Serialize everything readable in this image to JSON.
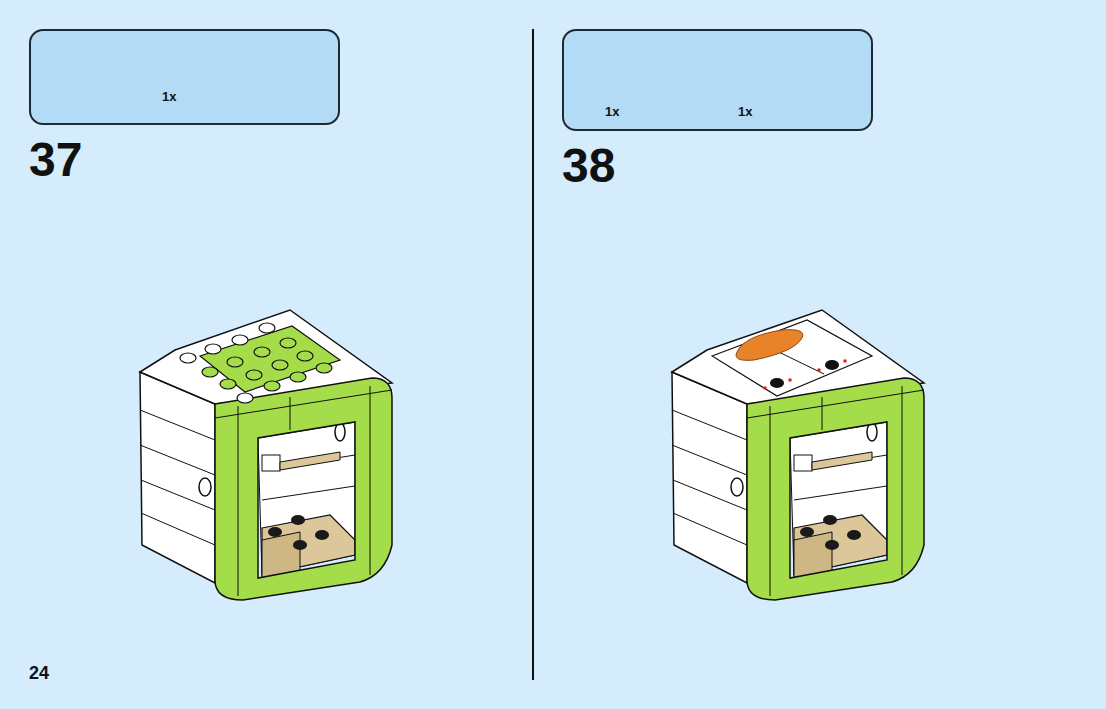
{
  "diagram": {
    "nodes": [
      {
        "text": [
          "1x"
        ]
      },
      {
        "text": [
          "1x",
          "1x"
        ]
      }
    ],
    "labels": [
      "37",
      "38",
      "24"
    ]
  }
}
